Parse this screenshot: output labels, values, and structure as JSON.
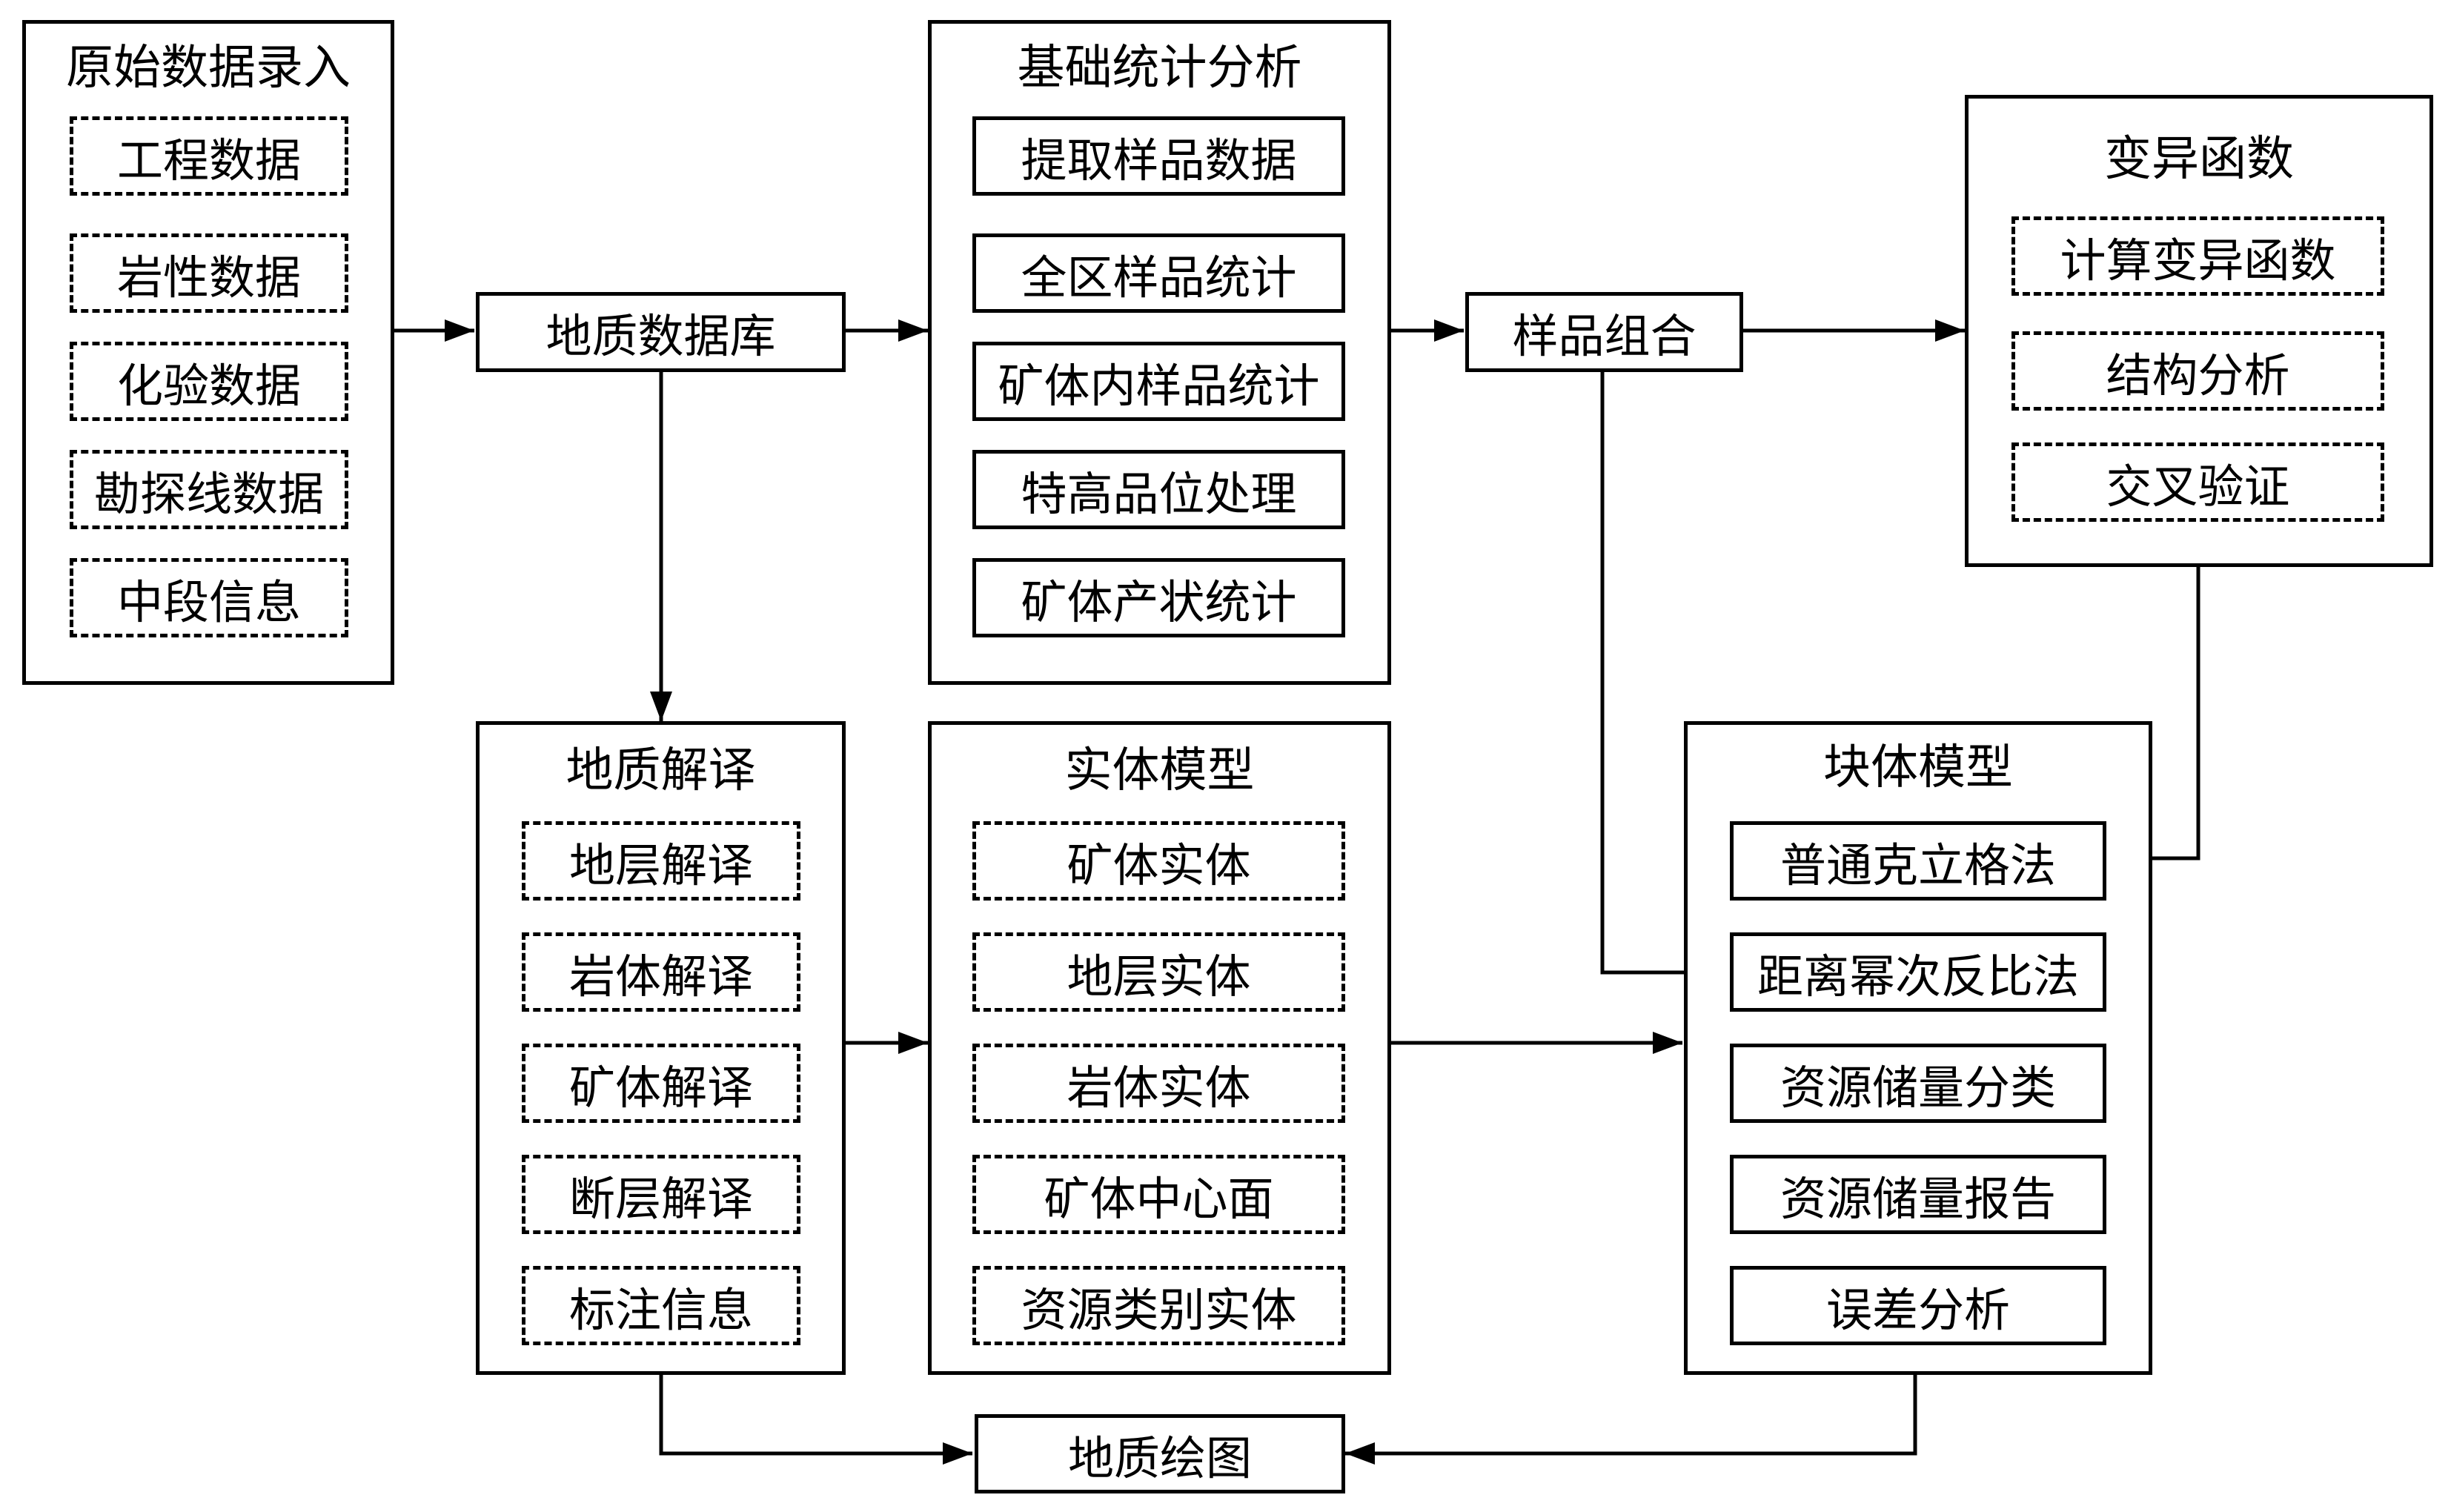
{
  "raw_input": {
    "title": "原始数据录入",
    "items": [
      "工程数据",
      "岩性数据",
      "化验数据",
      "勘探线数据",
      "中段信息"
    ]
  },
  "geo_db": {
    "label": "地质数据库"
  },
  "basic_stats": {
    "title": "基础统计分析",
    "items": [
      "提取样品数据",
      "全区样品统计",
      "矿体内样品统计",
      "特高品位处理",
      "矿体产状统计"
    ]
  },
  "sample_combo": {
    "label": "样品组合"
  },
  "variogram": {
    "title": "变异函数",
    "items": [
      "计算变异函数",
      "结构分析",
      "交叉验证"
    ]
  },
  "geo_interp": {
    "title": "地质解译",
    "items": [
      "地层解译",
      "岩体解译",
      "矿体解译",
      "断层解译",
      "标注信息"
    ]
  },
  "solid_model": {
    "title": "实体模型",
    "items": [
      "矿体实体",
      "地层实体",
      "岩体实体",
      "矿体中心面",
      "资源类别实体"
    ]
  },
  "block_model": {
    "title": "块体模型",
    "items": [
      "普通克立格法",
      "距离幂次反比法",
      "资源储量分类",
      "资源储量报告",
      "误差分析"
    ]
  },
  "geo_drawing": {
    "label": "地质绘图"
  }
}
